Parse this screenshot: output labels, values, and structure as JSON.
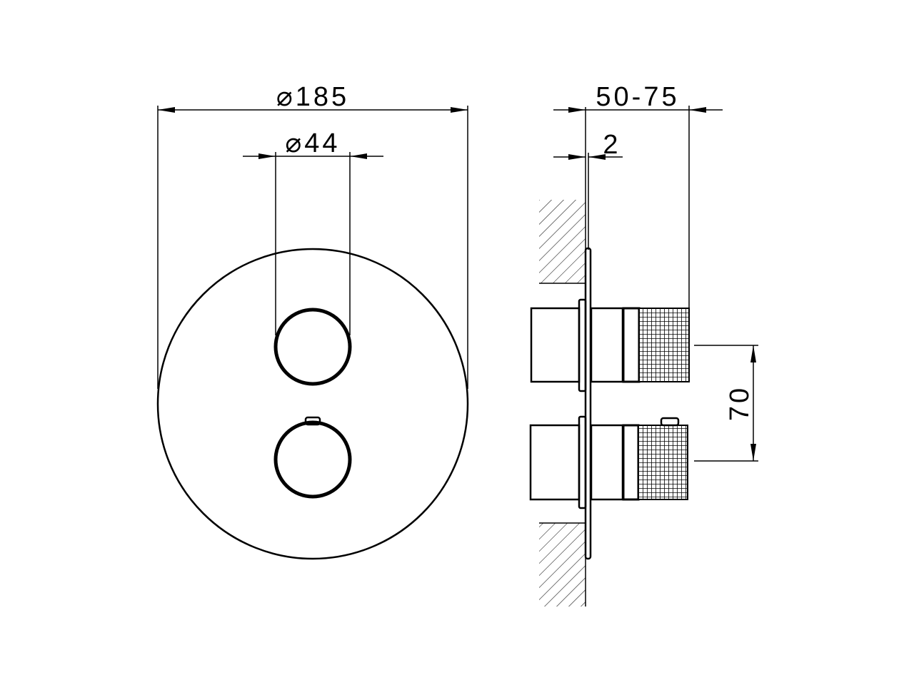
{
  "drawing": {
    "front_view": {
      "outer_diameter_label": "⌀185",
      "knob_diameter_label": "⌀44"
    },
    "side_view": {
      "projection_label": "50-75",
      "plate_thickness_label": "2",
      "knob_spacing_label": "70"
    },
    "colors": {
      "line": "#000000",
      "background": "#ffffff"
    }
  }
}
